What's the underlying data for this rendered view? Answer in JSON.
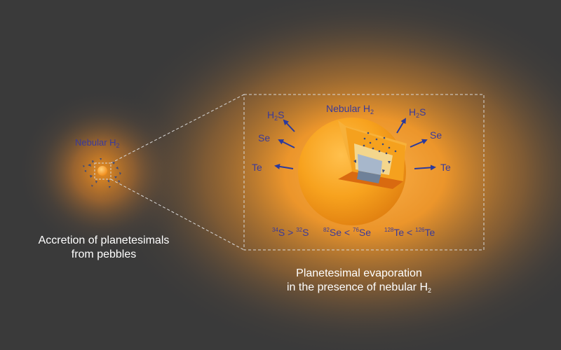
{
  "colors": {
    "background": "#3a3a3a",
    "glow": "#f7941d",
    "label_blue": "#3a3a9a",
    "arrow_blue": "#2b3a9c",
    "caption_white": "#ffffff"
  },
  "small_view": {
    "gas_label": {
      "prefix": "Nebular H",
      "sub": "2"
    },
    "caption_line1": "Accretion of planetesimals",
    "caption_line2": "from pebbles"
  },
  "zoom_view": {
    "gas_label": {
      "prefix": "Nebular H",
      "sub": "2"
    },
    "species_left": [
      {
        "prefix": "H",
        "sub": "2",
        "suffix": "S"
      },
      {
        "prefix": "Se",
        "sub": "",
        "suffix": ""
      },
      {
        "prefix": "Te",
        "sub": "",
        "suffix": ""
      }
    ],
    "species_right": [
      {
        "prefix": "H",
        "sub": "2",
        "suffix": "S"
      },
      {
        "prefix": "Se",
        "sub": "",
        "suffix": ""
      },
      {
        "prefix": "Te",
        "sub": "",
        "suffix": ""
      }
    ],
    "isotopes": [
      {
        "m1": "34",
        "e1": "S",
        "op": ">",
        "m2": "32",
        "e2": "S"
      },
      {
        "m1": "82",
        "e1": "Se",
        "op": "<",
        "m2": "76",
        "e2": "Se"
      },
      {
        "m1": "128",
        "e1": "Te",
        "op": "<",
        "m2": "126",
        "e2": "Te"
      }
    ],
    "caption_line1": "Planetesimal evaporation",
    "caption_line2_prefix": "in the presence of nebular H",
    "caption_line2_sub": "2"
  }
}
